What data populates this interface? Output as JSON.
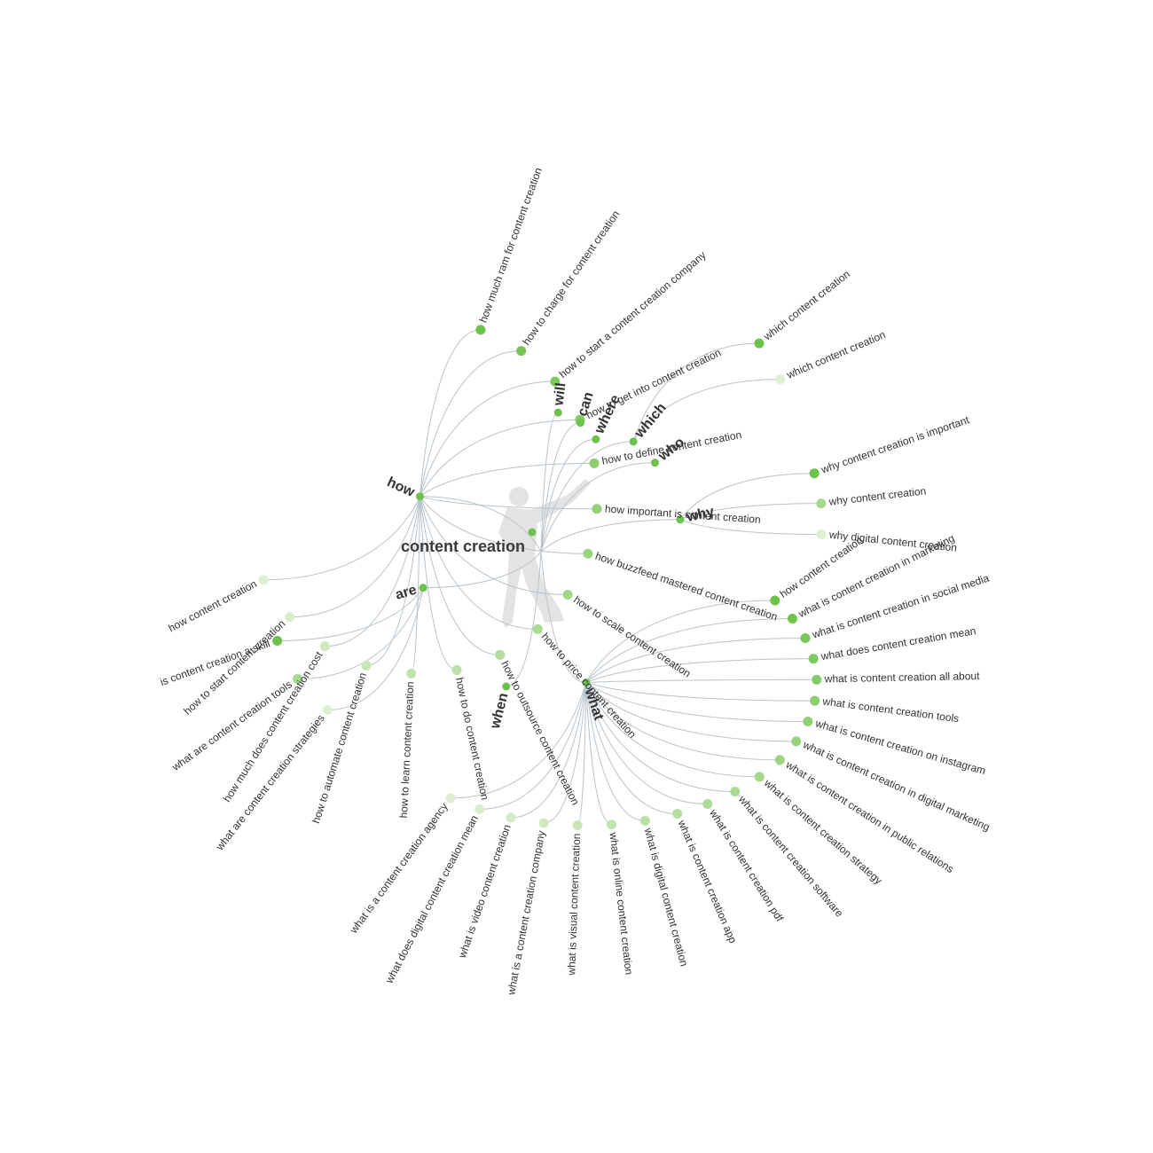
{
  "center": {
    "label": "content creation",
    "icon": "person-silhouette-icon"
  },
  "colors": {
    "node": "#6cc24a",
    "node_light": "#dff0d2",
    "link": "#b8c4cc",
    "text": "#333333",
    "silhouette": "#e3e3e3"
  },
  "branches": [
    {
      "label": "how",
      "leaves": [
        "how much ram for content creation",
        "how to charge for content creation",
        "how to start a content creation company",
        "how to get into content creation",
        "how to define content creation",
        "how important is content creation",
        "how buzzfeed mastered content creation",
        "how to scale content creation",
        "how to price content creation",
        "how to outsource content creation",
        "how to do content creation",
        "how to learn content creation",
        "how to automate content creation",
        "how much does content creation cost",
        "how to start content creation",
        "how content creation"
      ]
    },
    {
      "label": "will",
      "leaves": []
    },
    {
      "label": "can",
      "leaves": []
    },
    {
      "label": "where",
      "leaves": []
    },
    {
      "label": "which",
      "leaves": [
        "which content creation",
        "which content creation"
      ]
    },
    {
      "label": "who",
      "leaves": []
    },
    {
      "label": "why",
      "leaves": [
        "why content creation is important",
        "why content creation",
        "why digital content creation"
      ]
    },
    {
      "label": "what",
      "leaves": [
        "how content creation",
        "what is content creation in marketing",
        "what is content creation in social media",
        "what does content creation mean",
        "what is content creation all about",
        "what is content creation tools",
        "what is content creation on instagram",
        "what is content creation in digital marketing",
        "what is content creation in public relations",
        "what is content creation strategy",
        "what is content creation software",
        "what is content creation pdf",
        "what is content creation app",
        "what is digital content creation",
        "what is online content creation",
        "what is visual content creation",
        "what is a content creation company",
        "what is video content creation",
        "what does digital content creation mean",
        "what is a content creation agency"
      ]
    },
    {
      "label": "when",
      "leaves": []
    },
    {
      "label": "are",
      "leaves": [
        "is content creation a skill",
        "what are content creation tools",
        "what are content creation strategies"
      ]
    }
  ]
}
